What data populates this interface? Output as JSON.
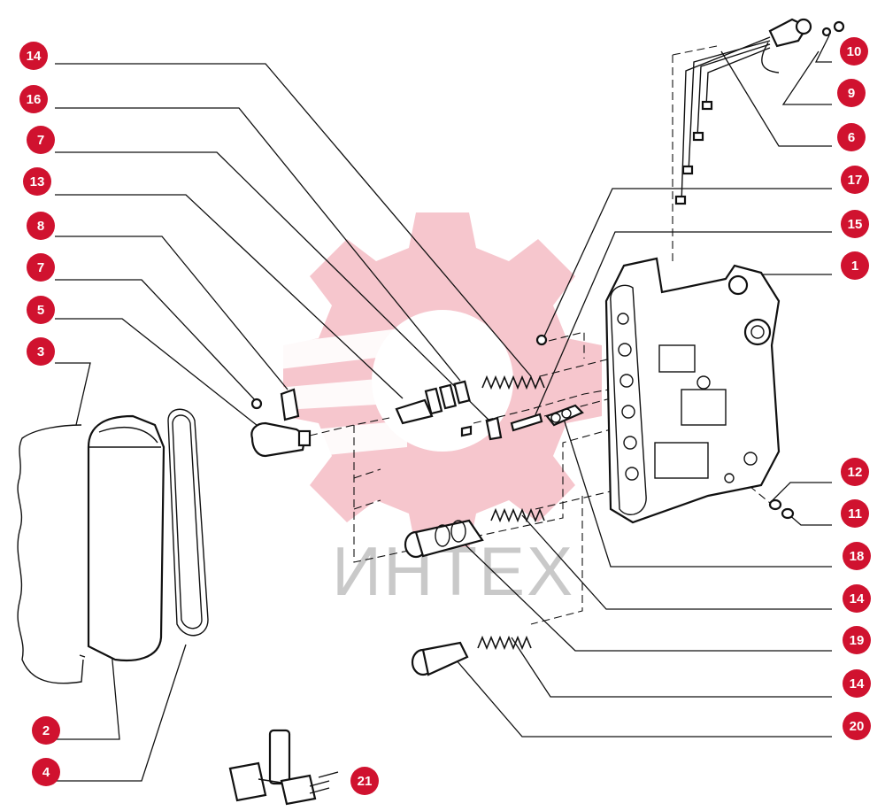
{
  "watermark": {
    "text": "ИНТЕХ",
    "logo": "gear-logo",
    "color": "#f6c6cd"
  },
  "accent_color": "#d0122f",
  "callouts": [
    {
      "id": "c14a",
      "label": "14",
      "part": "spring"
    },
    {
      "id": "c16",
      "label": "16",
      "part": "valve-spool"
    },
    {
      "id": "c7a",
      "label": "7",
      "part": "clip"
    },
    {
      "id": "c13",
      "label": "13",
      "part": "valve-sleeve"
    },
    {
      "id": "c8",
      "label": "8",
      "part": "retainer-plate"
    },
    {
      "id": "c7b",
      "label": "7",
      "part": "screw"
    },
    {
      "id": "c5",
      "label": "5",
      "part": "solenoid-valve"
    },
    {
      "id": "c3",
      "label": "3",
      "part": "gasket"
    },
    {
      "id": "c2",
      "label": "2",
      "part": "cover"
    },
    {
      "id": "c4",
      "label": "4",
      "part": "seal"
    },
    {
      "id": "c10",
      "label": "10",
      "part": "screw"
    },
    {
      "id": "c9",
      "label": "9",
      "part": "washer"
    },
    {
      "id": "c6",
      "label": "6",
      "part": "wiring-harness"
    },
    {
      "id": "c17",
      "label": "17",
      "part": "ball"
    },
    {
      "id": "c15",
      "label": "15",
      "part": "pin"
    },
    {
      "id": "c1",
      "label": "1",
      "part": "valve-body"
    },
    {
      "id": "c12",
      "label": "12",
      "part": "washer"
    },
    {
      "id": "c11",
      "label": "11",
      "part": "spring-washer"
    },
    {
      "id": "c18",
      "label": "18",
      "part": "valve"
    },
    {
      "id": "c14b",
      "label": "14",
      "part": "spring"
    },
    {
      "id": "c19",
      "label": "19",
      "part": "valve-spool"
    },
    {
      "id": "c14c",
      "label": "14",
      "part": "spring"
    },
    {
      "id": "c20",
      "label": "20",
      "part": "plunger"
    },
    {
      "id": "c21",
      "label": "21",
      "part": "switch-kit"
    }
  ]
}
